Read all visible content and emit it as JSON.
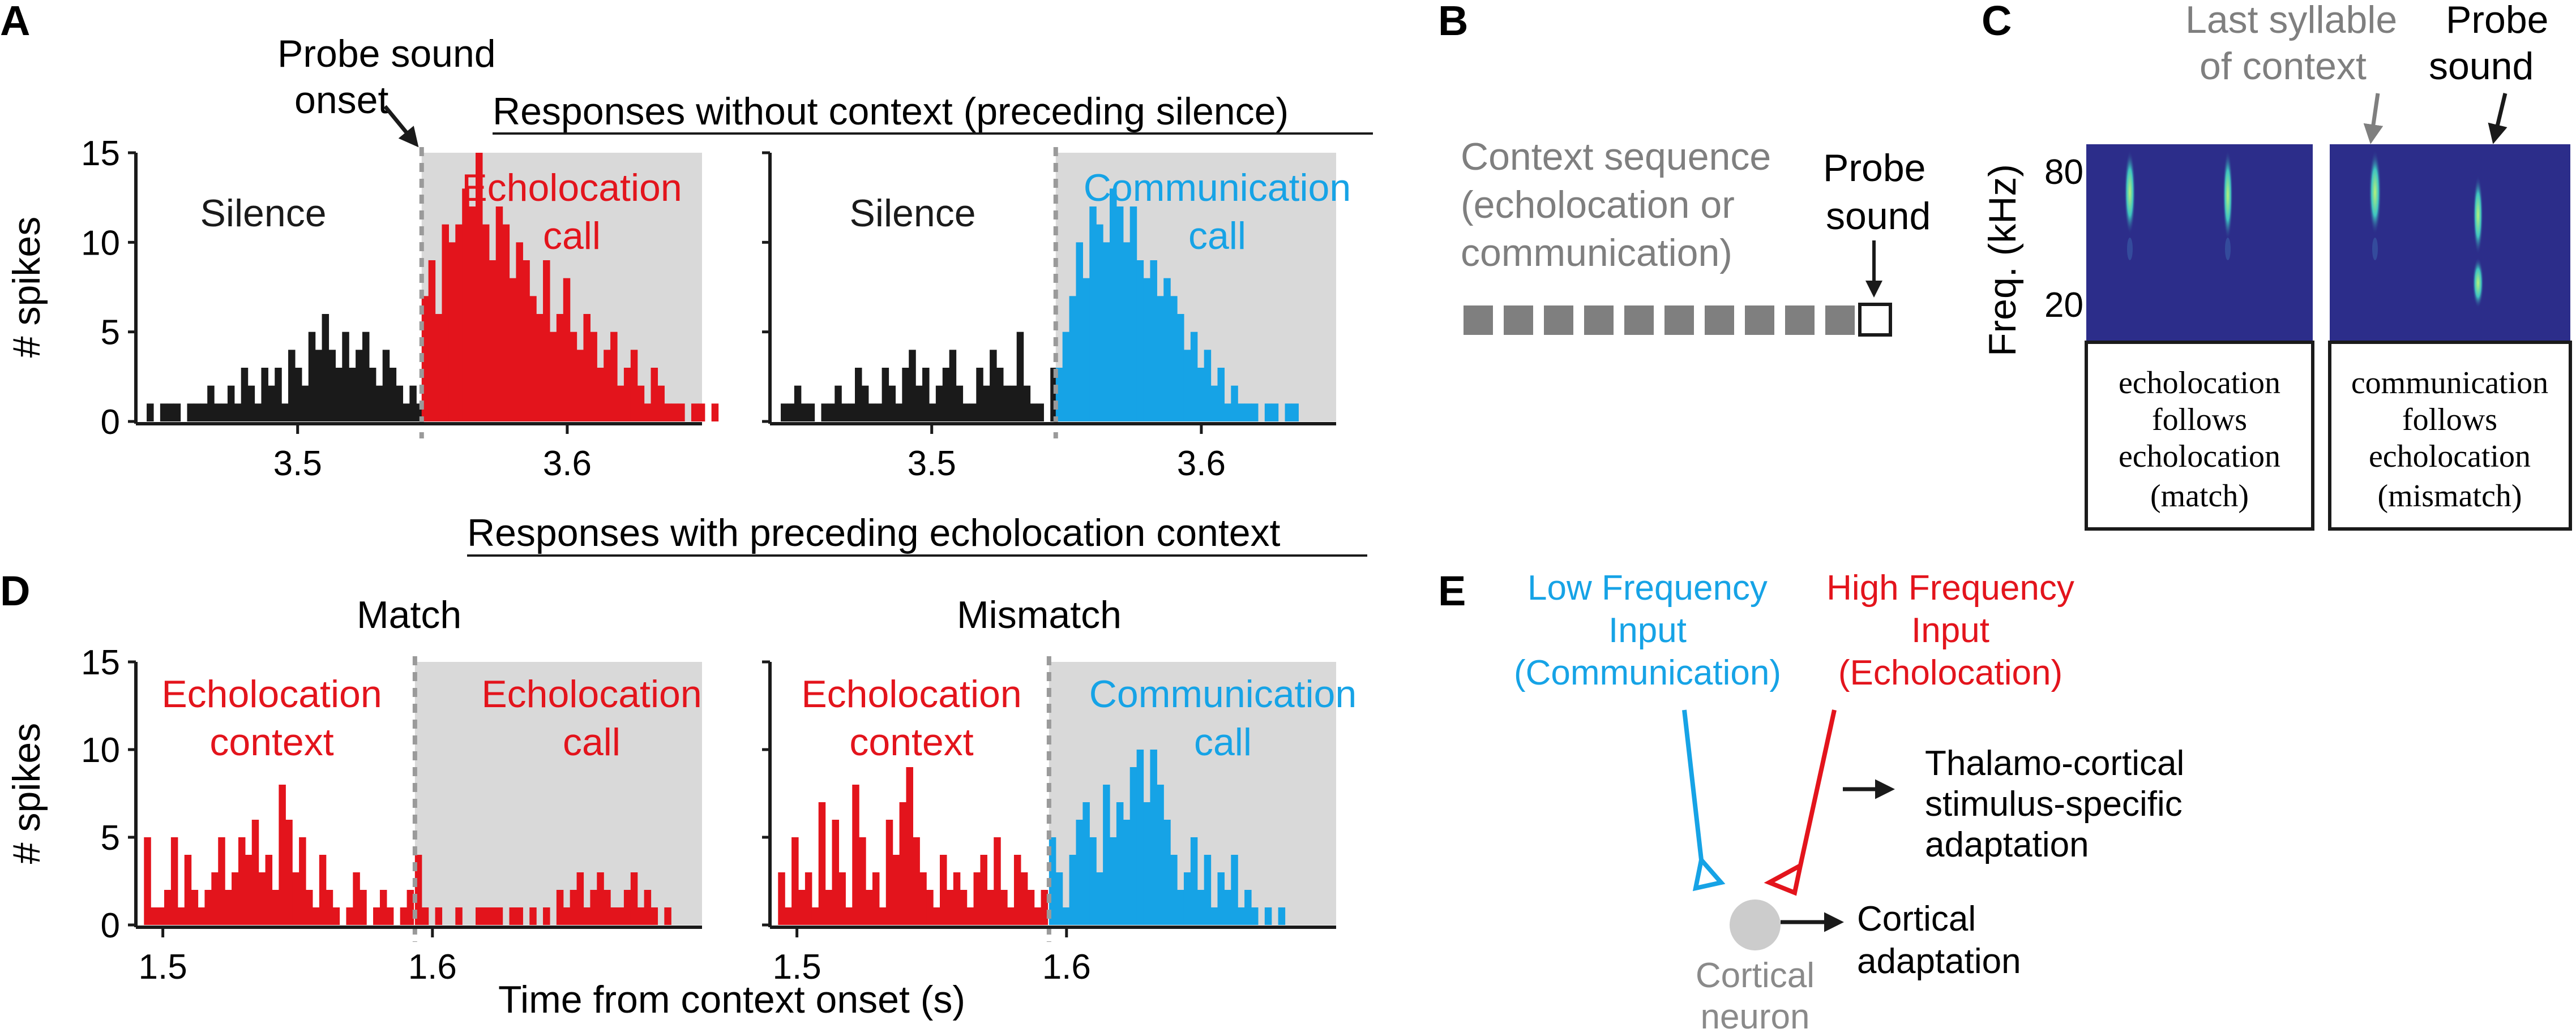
{
  "colors": {
    "black": "#1a1a1a",
    "red": "#e3141c",
    "blue": "#16a3e6",
    "gray": "#7f7f7f",
    "shade": "#d9d9d9",
    "spectro_bg": "#2c2d8a",
    "spectro_hot": "#8fe07a"
  },
  "panels": {
    "A": {
      "letter": "A",
      "probe_note_1": "Probe sound",
      "probe_note_2": "onset",
      "heading": "Responses without context (preceding silence)",
      "left_silence": "Silence",
      "left_call_1": "Echolocation",
      "left_call_2": "call",
      "right_silence": "Silence",
      "right_call_1": "Communication",
      "right_call_2": "call"
    },
    "B": {
      "letter": "B",
      "context_1": "Context sequence",
      "context_2": "(echolocation or",
      "context_3": "communication)",
      "probe_1": "Probe",
      "probe_2": "sound"
    },
    "C": {
      "letter": "C",
      "last_1": "Last syllable",
      "last_2": "of context",
      "probe_1": "Probe",
      "probe_2": "sound",
      "ylabel": "Freq. (kHz)",
      "match_1": "echolocation",
      "match_2": "follows",
      "match_3": "echolocation",
      "match_4": "(match)",
      "mismatch_1": "communication",
      "mismatch_2": "follows",
      "mismatch_3": "echolocation",
      "mismatch_4": "(mismatch)"
    },
    "D": {
      "letter": "D",
      "heading": "Responses with preceding echolocation context",
      "left_title": "Match",
      "right_title": "Mismatch",
      "left_ctx_1": "Echolocation",
      "left_ctx_2": "context",
      "left_call_1": "Echolocation",
      "left_call_2": "call",
      "right_ctx_1": "Echolocation",
      "right_ctx_2": "context",
      "right_call_1": "Communication",
      "right_call_2": "call",
      "xlabel": "Time from context onset (s)"
    },
    "E": {
      "letter": "E",
      "low_1": "Low Frequency",
      "low_2": "Input",
      "low_3": "(Communication)",
      "high_1": "High Frequency",
      "high_2": "Input",
      "high_3": "(Echolocation)",
      "tc_1": "Thalamo-cortical",
      "tc_2": "stimulus-specific",
      "tc_3": "adaptation",
      "cort_1": "Cortical",
      "cort_2": "adaptation",
      "neuron_1": "Cortical",
      "neuron_2": "neuron"
    }
  },
  "chart_data": [
    {
      "type": "bar",
      "panel": "A-left",
      "ylabel": "# spikes",
      "ylim": [
        0,
        15
      ],
      "yticks": [
        0,
        5,
        10,
        15
      ],
      "xlim": [
        3.44,
        3.65
      ],
      "xticks": [
        3.5,
        3.6
      ],
      "xtick_labels": [
        "3.5",
        "3.6"
      ],
      "onset": 3.546,
      "bin": 0.0025,
      "x0": 3.444,
      "series": [
        {
          "color": "black",
          "values": [
            1,
            0,
            1,
            1,
            1,
            0,
            1,
            1,
            1,
            2,
            1,
            1,
            2,
            1,
            3,
            2,
            1,
            3,
            2,
            3,
            1,
            4,
            3,
            2,
            5,
            4,
            6,
            4,
            3,
            5,
            3,
            4,
            5,
            3,
            2,
            4,
            3,
            2,
            1,
            2,
            1,
            1,
            1,
            0,
            1,
            2,
            1,
            0,
            1,
            3,
            1
          ]
        },
        {
          "color": "red",
          "values": [
            7,
            9,
            6,
            11,
            10,
            11,
            13,
            12,
            15,
            11,
            9,
            12,
            11,
            8,
            10,
            9,
            7,
            6,
            9,
            5,
            6,
            8,
            5,
            4,
            6,
            5,
            3,
            4,
            5,
            2,
            3,
            4,
            2,
            1,
            3,
            2,
            1,
            1,
            1,
            0,
            1,
            1,
            0,
            1
          ]
        }
      ]
    },
    {
      "type": "bar",
      "panel": "A-right",
      "ylim": [
        0,
        15
      ],
      "xlim": [
        3.44,
        3.65
      ],
      "xticks": [
        3.5,
        3.6
      ],
      "xtick_labels": [
        "3.5",
        "3.6"
      ],
      "onset": 3.546,
      "bin": 0.0025,
      "x0": 3.444,
      "series": [
        {
          "color": "black",
          "values": [
            1,
            1,
            2,
            1,
            1,
            0,
            1,
            1,
            2,
            1,
            1,
            3,
            2,
            1,
            1,
            3,
            2,
            1,
            3,
            4,
            2,
            3,
            1,
            2,
            3,
            4,
            2,
            1,
            1,
            3,
            2,
            4,
            3,
            2,
            2,
            5,
            2,
            1,
            1,
            0,
            3,
            1
          ]
        },
        {
          "color": "blue",
          "values": [
            3,
            5,
            7,
            10,
            8,
            12,
            11,
            10,
            13,
            12,
            10,
            12,
            9,
            8,
            9,
            7,
            8,
            7,
            6,
            4,
            5,
            3,
            4,
            2,
            3,
            1,
            2,
            1,
            1,
            1,
            0,
            1,
            1,
            0,
            1,
            1
          ]
        }
      ]
    },
    {
      "type": "bar",
      "panel": "D-left",
      "ylabel": "# spikes",
      "ylim": [
        0,
        15
      ],
      "yticks": [
        0,
        5,
        10,
        15
      ],
      "xlim": [
        1.49,
        1.7
      ],
      "xticks": [
        1.5,
        1.6
      ],
      "xtick_labels": [
        "1.5",
        "1.6"
      ],
      "onset": 1.5935,
      "bin": 0.0025,
      "x0": 1.493,
      "series": [
        {
          "color": "red",
          "values": [
            5,
            1,
            1,
            2,
            5,
            1,
            4,
            2,
            1,
            2,
            3,
            5,
            2,
            3,
            5,
            4,
            6,
            3,
            4,
            2,
            8,
            6,
            3,
            5,
            2,
            1,
            4,
            2,
            1,
            0,
            1,
            3,
            2,
            0,
            1,
            2,
            1,
            0,
            1,
            2
          ]
        },
        {
          "color": "red",
          "values": [
            4,
            1,
            0,
            1,
            0,
            0,
            1,
            0,
            0,
            1,
            1,
            1,
            1,
            0,
            1,
            1,
            0,
            1,
            0,
            1,
            0,
            2,
            1,
            2,
            3,
            1,
            2,
            3,
            2,
            1,
            1,
            2,
            3,
            1,
            2,
            1,
            0,
            1
          ]
        }
      ]
    },
    {
      "type": "bar",
      "panel": "D-right",
      "ylim": [
        0,
        15
      ],
      "xlim": [
        1.49,
        1.7
      ],
      "xticks": [
        1.5,
        1.6
      ],
      "xtick_labels": [
        "1.5",
        "1.6"
      ],
      "onset": 1.5935,
      "bin": 0.0025,
      "x0": 1.493,
      "series": [
        {
          "color": "red",
          "values": [
            3,
            1,
            5,
            2,
            3,
            1,
            7,
            2,
            6,
            3,
            1,
            8,
            5,
            2,
            3,
            1,
            6,
            4,
            7,
            9,
            5,
            3,
            2,
            1,
            4,
            2,
            3,
            2,
            1,
            3,
            4,
            2,
            5,
            2,
            1,
            4,
            3,
            2,
            1,
            2
          ]
        },
        {
          "color": "blue",
          "values": [
            5,
            3,
            1,
            4,
            6,
            7,
            5,
            3,
            8,
            5,
            7,
            6,
            9,
            10,
            7,
            10,
            8,
            6,
            4,
            2,
            3,
            5,
            2,
            4,
            1,
            3,
            2,
            4,
            1,
            2,
            1,
            0,
            1,
            0,
            1
          ]
        }
      ]
    }
  ]
}
